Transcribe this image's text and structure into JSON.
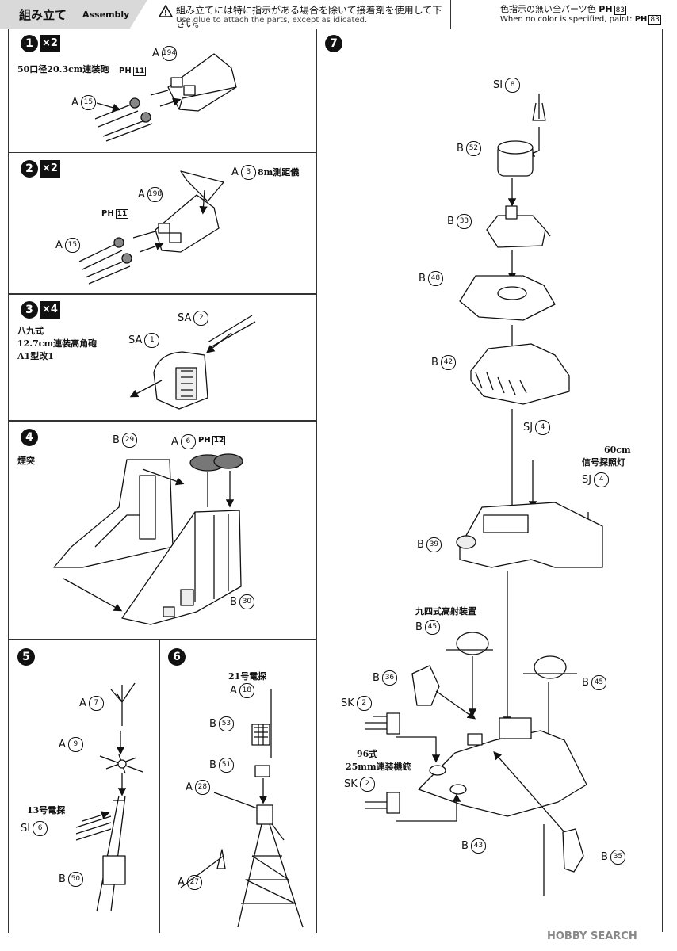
{
  "header": {
    "title_jp": "組み立て",
    "title_en": "Assembly",
    "warning_jp": "組み立てには特に指示がある場合を除いて接着剤を使用して下さい。",
    "warning_en": "Use glue to attach the parts, except as idicated.",
    "color_jp": "色指示の無い全パーツ色",
    "color_en": "When no color is specified, paint:",
    "color_code": "83"
  },
  "steps": [
    {
      "num": "1",
      "mult": "×2",
      "note": "50口径20.3cm連装砲",
      "parts": [
        {
          "l": "A",
          "n": "194"
        },
        {
          "l": "A",
          "n": "15"
        }
      ],
      "paint": "11"
    },
    {
      "num": "2",
      "mult": "×2",
      "note": "8m測距儀",
      "parts": [
        {
          "l": "A",
          "n": "3"
        },
        {
          "l": "A",
          "n": "198"
        },
        {
          "l": "A",
          "n": "15"
        }
      ],
      "paint": "11"
    },
    {
      "num": "3",
      "mult": "×4",
      "note": [
        "八九式",
        "12.7cm連装高角砲",
        "A1型改1"
      ],
      "parts": [
        {
          "l": "SA",
          "n": "2"
        },
        {
          "l": "SA",
          "n": "1"
        }
      ]
    },
    {
      "num": "4",
      "note": "煙突",
      "parts": [
        {
          "l": "B",
          "n": "29"
        },
        {
          "l": "A",
          "n": "6"
        },
        {
          "l": "B",
          "n": "30"
        }
      ],
      "paint": "12"
    },
    {
      "num": "5",
      "note": "13号電探",
      "parts": [
        {
          "l": "A",
          "n": "7"
        },
        {
          "l": "A",
          "n": "9"
        },
        {
          "l": "SI",
          "n": "6"
        },
        {
          "l": "B",
          "n": "50"
        }
      ]
    },
    {
      "num": "6",
      "note": "21号電探",
      "parts": [
        {
          "l": "A",
          "n": "18"
        },
        {
          "l": "B",
          "n": "53"
        },
        {
          "l": "B",
          "n": "51"
        },
        {
          "l": "A",
          "n": "28"
        },
        {
          "l": "A",
          "n": "27"
        }
      ]
    },
    {
      "num": "7",
      "notes": [
        "60cm",
        "信号探照灯",
        "九四式高射装置",
        "96式",
        "25mm連装機銃"
      ],
      "parts": [
        {
          "l": "SI",
          "n": "8"
        },
        {
          "l": "B",
          "n": "52"
        },
        {
          "l": "B",
          "n": "33"
        },
        {
          "l": "B",
          "n": "48"
        },
        {
          "l": "B",
          "n": "42"
        },
        {
          "l": "SJ",
          "n": "4"
        },
        {
          "l": "SJ",
          "n": "4"
        },
        {
          "l": "B",
          "n": "39"
        },
        {
          "l": "B",
          "n": "45"
        },
        {
          "l": "B",
          "n": "36"
        },
        {
          "l": "B",
          "n": "45"
        },
        {
          "l": "SK",
          "n": "2"
        },
        {
          "l": "SK",
          "n": "2"
        },
        {
          "l": "B",
          "n": "43"
        },
        {
          "l": "B",
          "n": "35"
        }
      ]
    }
  ],
  "paint_prefix": "PH",
  "watermark": "HOBBY SEARCH",
  "colors": {
    "ink": "#111111",
    "grey": "#d9d9d9",
    "fill": "#f4f4f4"
  }
}
